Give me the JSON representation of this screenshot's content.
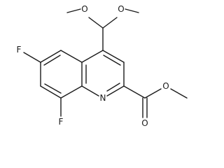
{
  "molecule": {
    "atoms": {
      "o_methoxy_left": "O",
      "o_methoxy_right": "O",
      "f_top": "F",
      "f_bottom": "F",
      "n_ring": "N",
      "o_carbonyl": "O",
      "o_ester": "O"
    }
  }
}
